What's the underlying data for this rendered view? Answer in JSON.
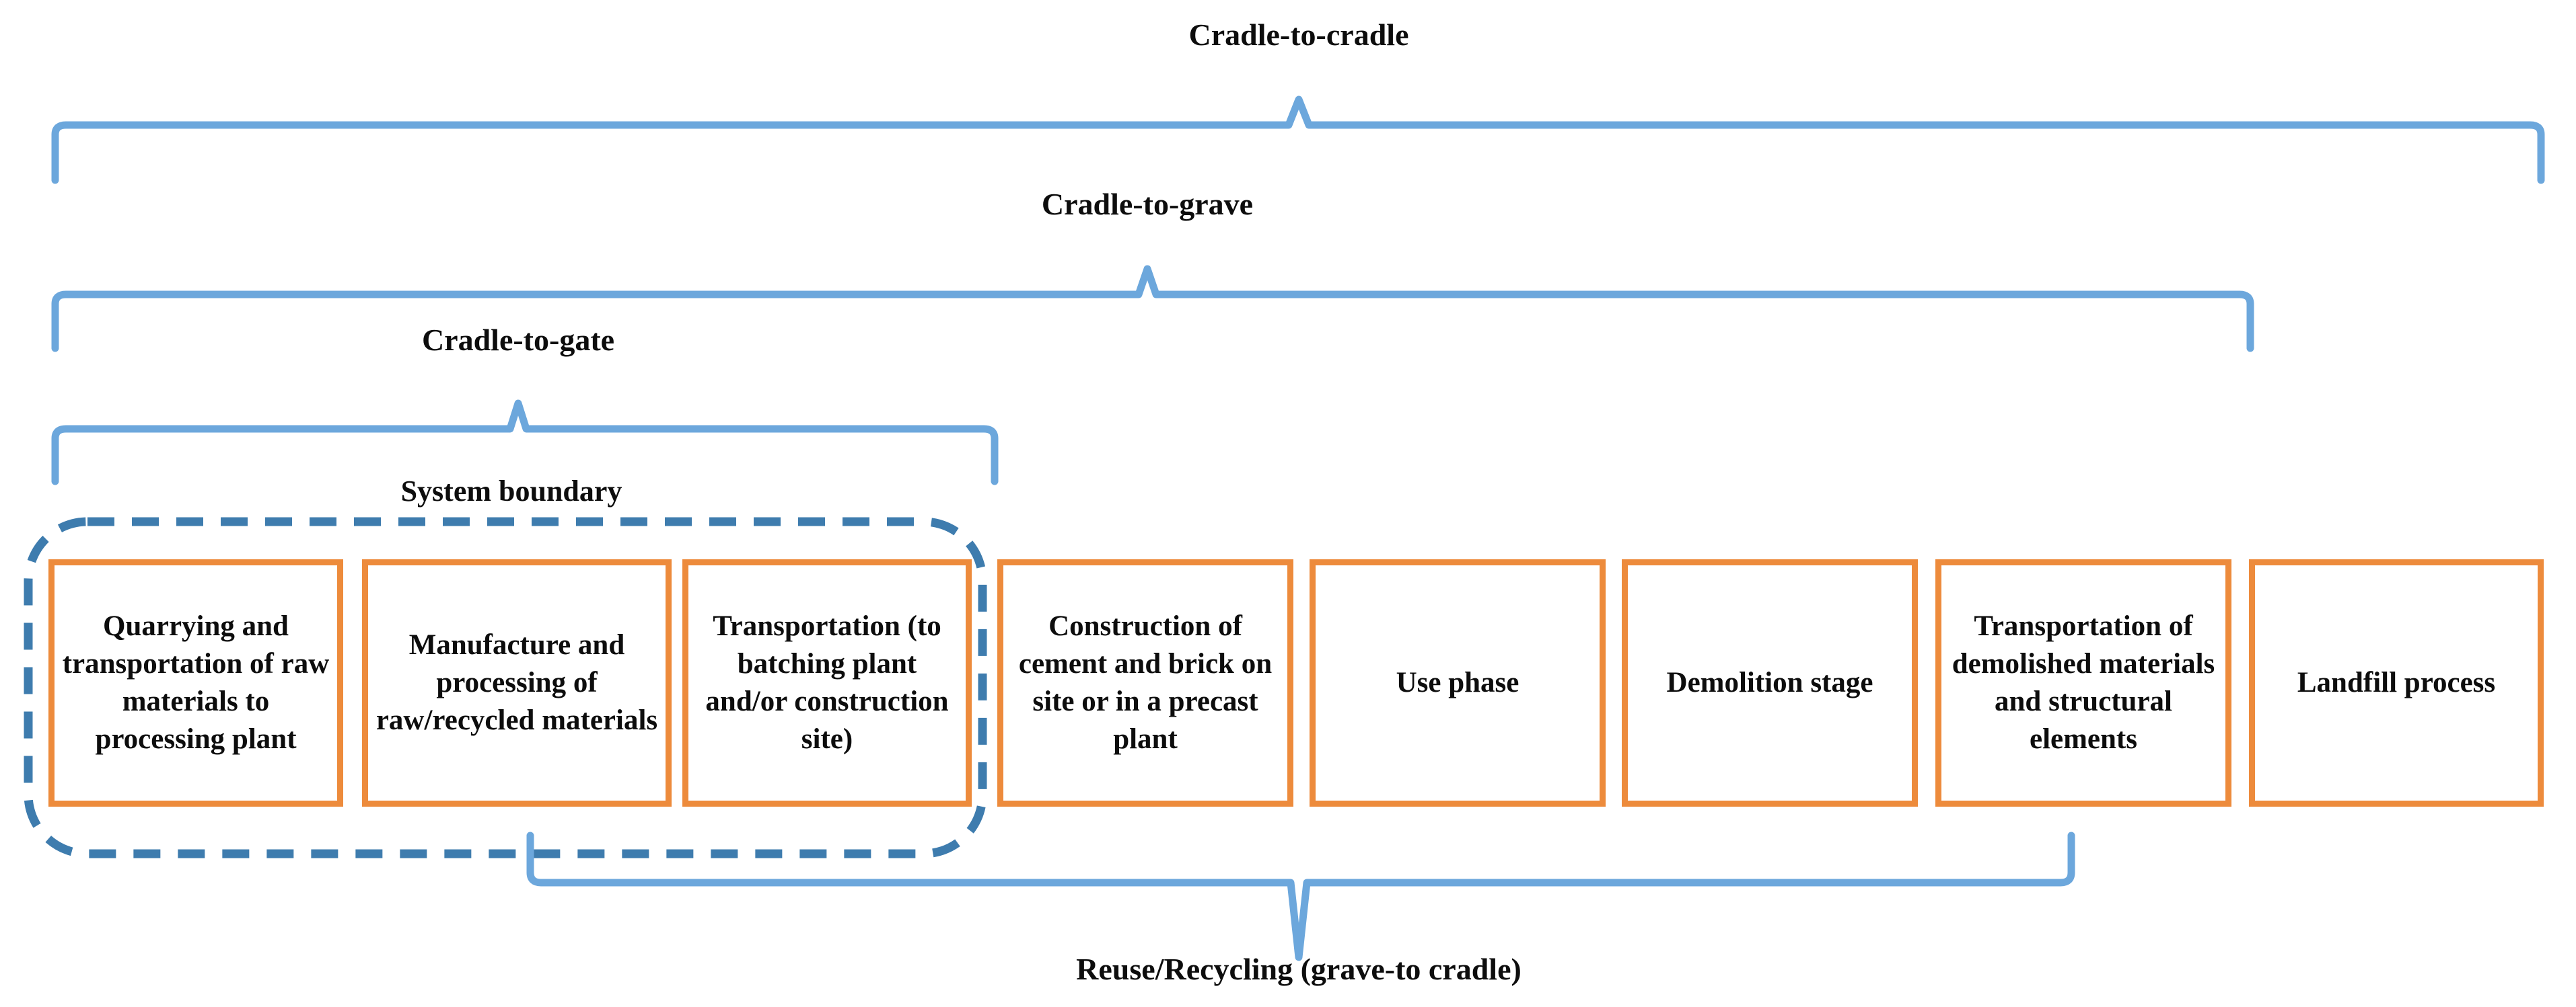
{
  "diagram": {
    "title_top": "Cradle-to-cradle",
    "scopes": [
      {
        "id": "cradle-to-cradle",
        "label": "Cradle-to-cradle"
      },
      {
        "id": "cradle-to-grave",
        "label": "Cradle-to-grave"
      },
      {
        "id": "cradle-to-gate",
        "label": "Cradle-to-gate"
      }
    ],
    "system_boundary_label": "System boundary",
    "bottom_label": "Reuse/Recycling (grave-to cradle)",
    "stages": [
      {
        "id": "quarrying-transportation-raw-materials",
        "label": "Quarrying and transportation of raw materials to processing plant",
        "in_system_boundary": true
      },
      {
        "id": "manufacture-processing-materials",
        "label": "Manufacture and processing of raw/recycled materials",
        "in_system_boundary": true
      },
      {
        "id": "transportation-to-batching-plant",
        "label": "Transportation (to batching plant and/or construction site)",
        "in_system_boundary": true
      },
      {
        "id": "construction-cement-brick",
        "label": "Construction of cement and brick on site or in a precast plant",
        "in_system_boundary": false
      },
      {
        "id": "use-phase",
        "label": "Use phase",
        "in_system_boundary": false
      },
      {
        "id": "demolition-stage",
        "label": "Demolition stage",
        "in_system_boundary": false
      },
      {
        "id": "transportation-demolished-materials",
        "label": "Transportation of demolished materials and structural elements",
        "in_system_boundary": false
      },
      {
        "id": "landfill-process",
        "label": "Landfill process",
        "in_system_boundary": false
      }
    ],
    "colors": {
      "box_border": "#ED8B3C",
      "bracket": "#6CA7DC",
      "system_boundary": "#3E7CAE",
      "text": "#0d0d0d",
      "background": "#ffffff"
    }
  }
}
